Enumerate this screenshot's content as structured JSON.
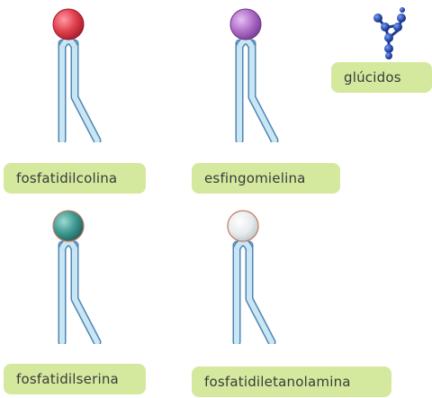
{
  "labels": {
    "phosphatidylcholine": "fosfatidilcolina",
    "sphingomyelin": "esfingomielina",
    "glycides": "glúcidos",
    "phosphatidylserine": "fosfatidilserina",
    "phosphatidylethanolamine": "fosfatidiletanolamina"
  },
  "colors": {
    "label_background": "#d4e99e",
    "tail_fill": "#b8dcef",
    "tail_stroke": "#4f86b3",
    "head_phosphatidylcholine": "#e0414f",
    "head_sphingomyelin": "#b06fc9",
    "head_phosphatidylserine": "#3d9a92",
    "head_phosphatidylethanolamine": "#e6ebec",
    "sugar_beads": "#2a4fb3"
  },
  "icons": {
    "lipid": "phospholipid-icon",
    "sugar": "glycide-chain-icon"
  }
}
